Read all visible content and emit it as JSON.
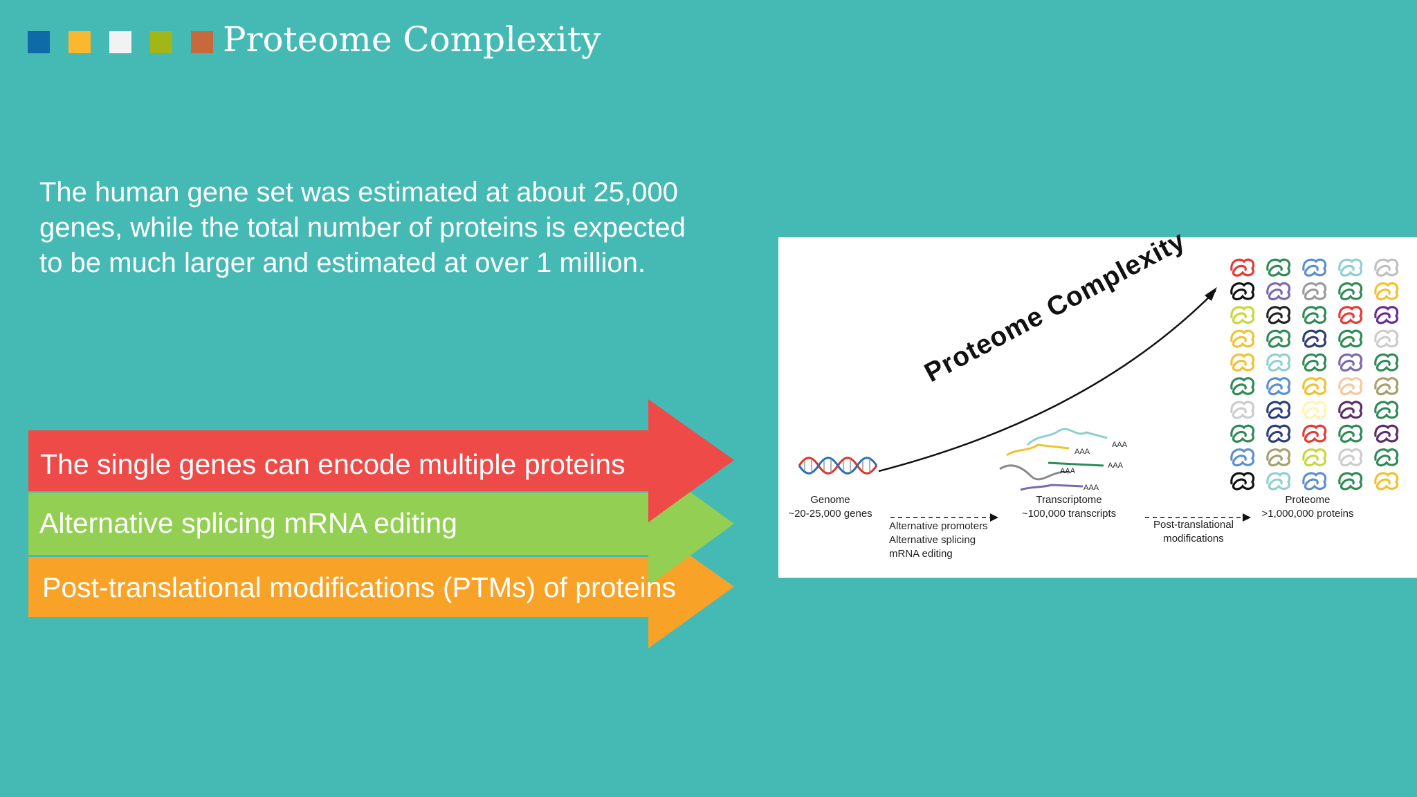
{
  "header": {
    "title": "Proteome Complexity",
    "square_colors": [
      "#0E6BA8",
      "#FBB72D",
      "#F2F2F2",
      "#A2B717",
      "#C8693D"
    ]
  },
  "intro_text": "The human gene set was estimated at about 25,000 genes, while the total number of proteins is expected to be much larger and estimated at over 1 million.",
  "arrows": [
    {
      "label": "The single genes can encode multiple proteins",
      "color": "#EE4A48"
    },
    {
      "label": "Alternative splicing mRNA editing",
      "color": "#92CF52"
    },
    {
      "label": "Post-translational modifications (PTMs) of proteins",
      "color": "#F8A227"
    }
  ],
  "figure": {
    "curve_label": "Proteome Complexity",
    "genome": {
      "title": "Genome",
      "count": "~20-25,000 genes"
    },
    "step1": {
      "line1": "Alternative promoters",
      "line2": "Alternative splicing",
      "line3": "mRNA editing"
    },
    "transcriptome": {
      "title": "Transcriptome",
      "count": "~100,000 transcripts"
    },
    "polya_label": "AAA",
    "step2": {
      "line1": "Post-translational",
      "line2": "modifications"
    },
    "proteome": {
      "title": "Proteome",
      "count": ">1,000,000 proteins"
    },
    "protein_colors": [
      [
        "#E53935",
        "#2E8B57",
        "#5B8FD0",
        "#8FCFCF",
        "#BFBFBF"
      ],
      [
        "#111111",
        "#7A68B0",
        "#9A9A9A",
        "#2E8B57",
        "#F2C12E"
      ],
      [
        "#C8D83A",
        "#222222",
        "#2E8B57",
        "#E53935",
        "#6A2C8E"
      ],
      [
        "#F2C12E",
        "#2E8B57",
        "#2C3E7A",
        "#2E8B57",
        "#CCCCCC"
      ],
      [
        "#F2C12E",
        "#8FCFCF",
        "#2E8B57",
        "#7A68B0",
        "#2E8B57"
      ],
      [
        "#2E8B57",
        "#5B8FD0",
        "#F2C12E",
        "#F5C9A0",
        "#A89F6A"
      ],
      [
        "#CCCCCC",
        "#2C3E7A",
        "#FFF4B0",
        "#5E2C6E",
        "#2E8B57"
      ],
      [
        "#2E8B57",
        "#2C3E7A",
        "#E53935",
        "#2E8B57",
        "#5E2C6E"
      ],
      [
        "#5B8FD0",
        "#A89F6A",
        "#C8D83A",
        "#CCCCCC",
        "#2E8B57"
      ],
      [
        "#111111",
        "#8FCFCF",
        "#5B8FD0",
        "#2E8B57",
        "#F2C12E"
      ]
    ]
  }
}
